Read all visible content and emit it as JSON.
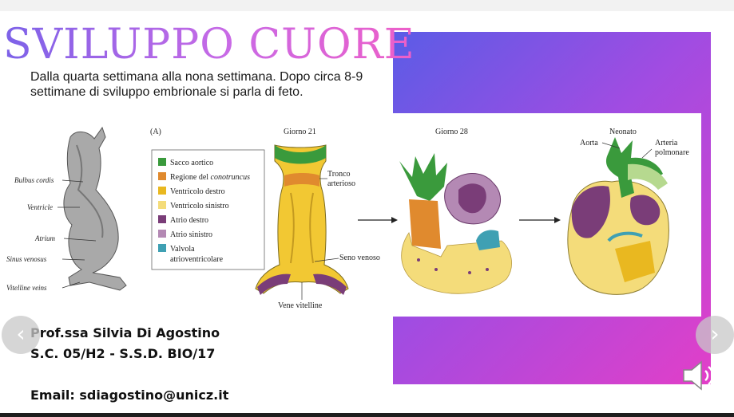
{
  "slide": {
    "title": "SVILUPPO CUORE",
    "intro": "Dalla quarta settimana alla nona settimana. Dopo circa 8-9 settimane di sviluppo embrionale si parla di feto.",
    "author": {
      "name": "Prof.ssa Silvia Di Agostino",
      "code": "S.C. 05/H2 - S.S.D. BIO/17",
      "email": "Email: sdiagostino@unicz.it"
    }
  },
  "figure": {
    "panel_label": "(A)",
    "stages": [
      "Giorno 21",
      "Giorno 28",
      "Neonato"
    ],
    "left_labels": [
      "Bulbus cordis",
      "Ventricle",
      "Atrium",
      "Sinus venosus",
      "Vitelline veins"
    ],
    "legend": [
      {
        "label": "Sacco aortico",
        "color": "#3a9a3c"
      },
      {
        "label": "Regione del conotruncus",
        "color": "#e08a2e"
      },
      {
        "label": "Ventricolo destro",
        "color": "#e9b820"
      },
      {
        "label": "Ventricolo sinistro",
        "color": "#f4dc7a"
      },
      {
        "label": "Atrio destro",
        "color": "#7a3d78"
      },
      {
        "label": "Atrio sinistro",
        "color": "#b489b4"
      },
      {
        "label": "Valvola atrioventricolare",
        "color": "#3fa0b3"
      }
    ],
    "legend_italic_word": "conotruncus",
    "annotations": {
      "tronco_line1": "Tronco",
      "tronco_line2": "arterioso",
      "seno": "Seno venoso",
      "vene": "Vene vitelline",
      "aorta": "Aorta",
      "arteria_line1": "Arteria",
      "arteria_line2": "polmonare"
    }
  },
  "controls": {
    "prev_icon": "chevron-left-icon",
    "next_icon": "chevron-right-icon",
    "audio_icon": "speaker-icon"
  }
}
